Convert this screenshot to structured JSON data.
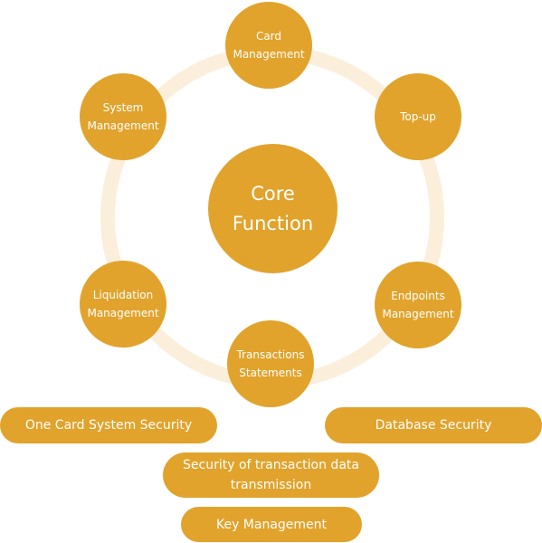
{
  "colors": {
    "accent": "#e1a32c",
    "ring": "#fbefdc",
    "text_on_accent": "#ffffff"
  },
  "core": {
    "label": "Core\nFunction"
  },
  "nodes": [
    {
      "id": "card",
      "label": "Card\nManagement"
    },
    {
      "id": "topup",
      "label": "Top-up"
    },
    {
      "id": "endpoints",
      "label": "Endpoints\nManagement"
    },
    {
      "id": "transactions",
      "label": "Transactions\nStatements"
    },
    {
      "id": "liquidation",
      "label": "Liquidation\nManagement"
    },
    {
      "id": "system",
      "label": "System\nManagement"
    }
  ],
  "security": [
    {
      "id": "one-card",
      "label": "One Card System Security"
    },
    {
      "id": "database",
      "label": "Database Security"
    },
    {
      "id": "transmission",
      "label": "Security of transaction data\ntransmission"
    },
    {
      "id": "key",
      "label": "Key Management"
    }
  ]
}
